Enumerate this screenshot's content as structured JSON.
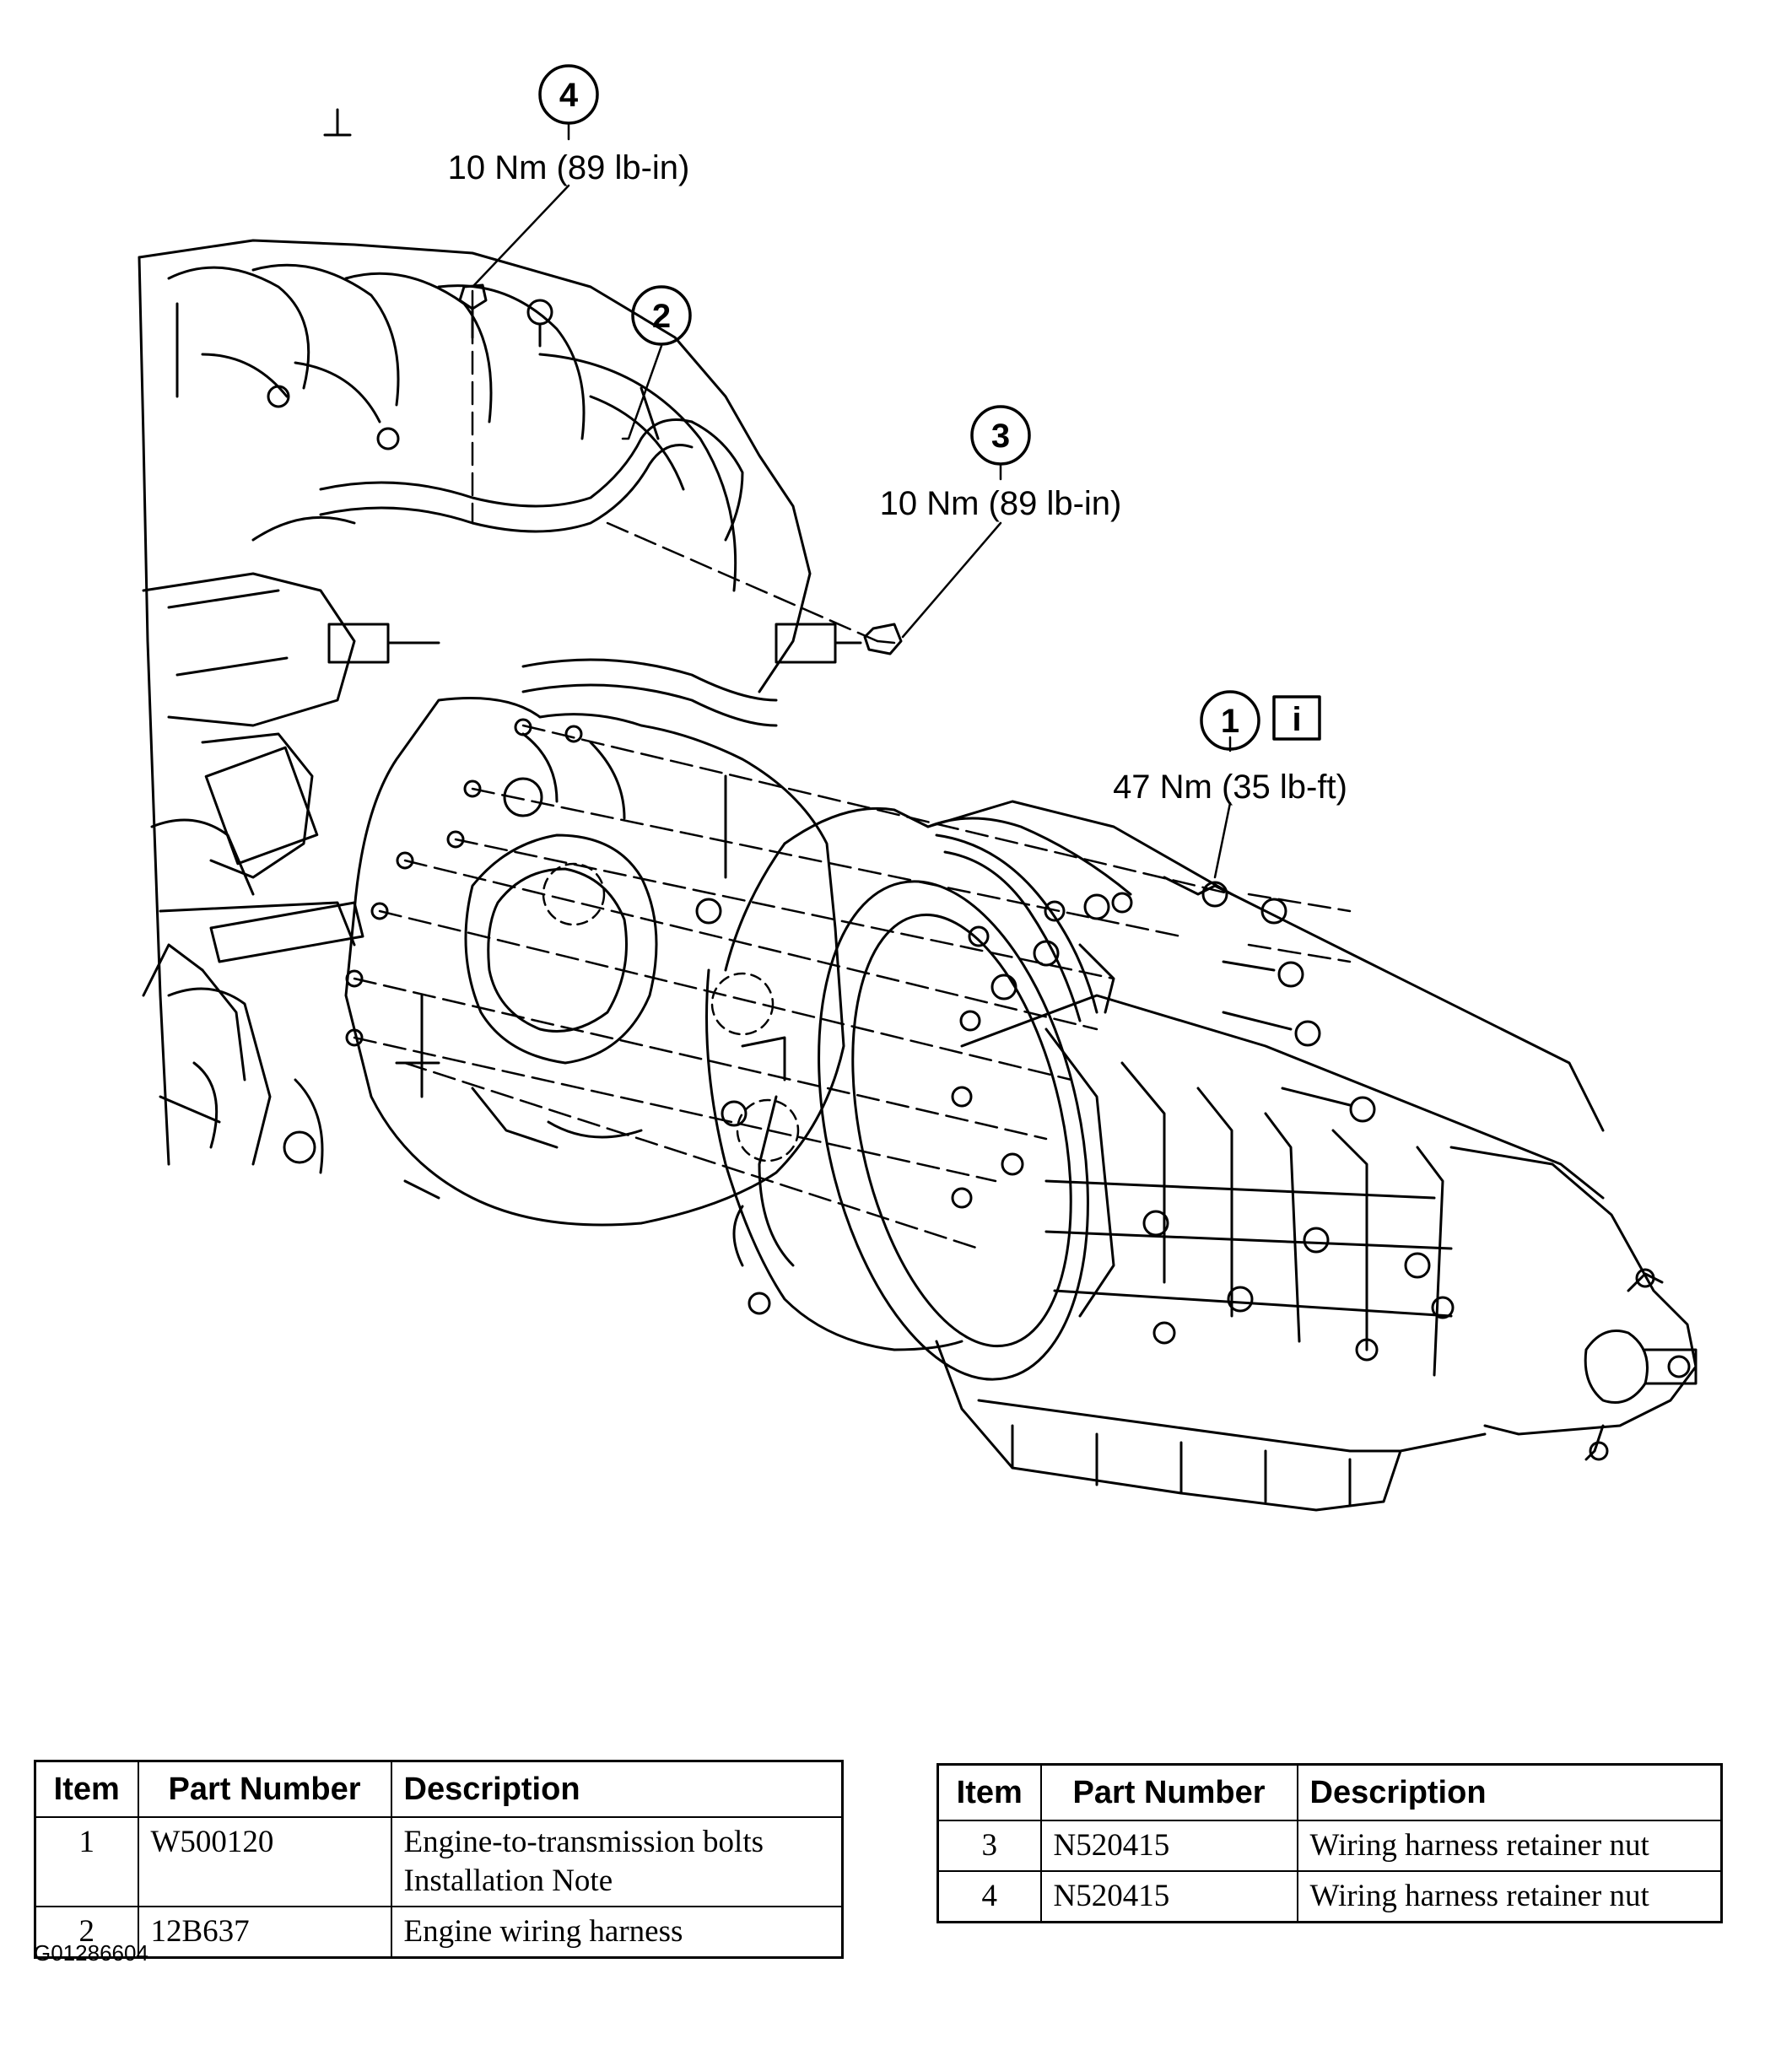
{
  "callouts": [
    {
      "num": "4",
      "torque": "10 Nm (89 lb-in)"
    },
    {
      "num": "2"
    },
    {
      "num": "3",
      "torque": "10 Nm (89 lb-in)"
    },
    {
      "num": "1",
      "info_icon": "i",
      "torque": "47 Nm (35 lb-ft)"
    }
  ],
  "table_left": {
    "headers": [
      "Item",
      "Part Number",
      "Description"
    ],
    "rows": [
      {
        "item": "1",
        "part": "W500120",
        "desc_line1": "Engine-to-transmission bolts",
        "desc_line2": "Installation Note"
      },
      {
        "item": "2",
        "part": "12B637",
        "desc_line1": "Engine wiring harness"
      }
    ]
  },
  "table_right": {
    "headers": [
      "Item",
      "Part Number",
      "Description"
    ],
    "rows": [
      {
        "item": "3",
        "part": "N520415",
        "desc": "Wiring harness retainer nut"
      },
      {
        "item": "4",
        "part": "N520415",
        "desc": "Wiring harness retainer nut"
      }
    ]
  },
  "figure_id": "G01286604"
}
